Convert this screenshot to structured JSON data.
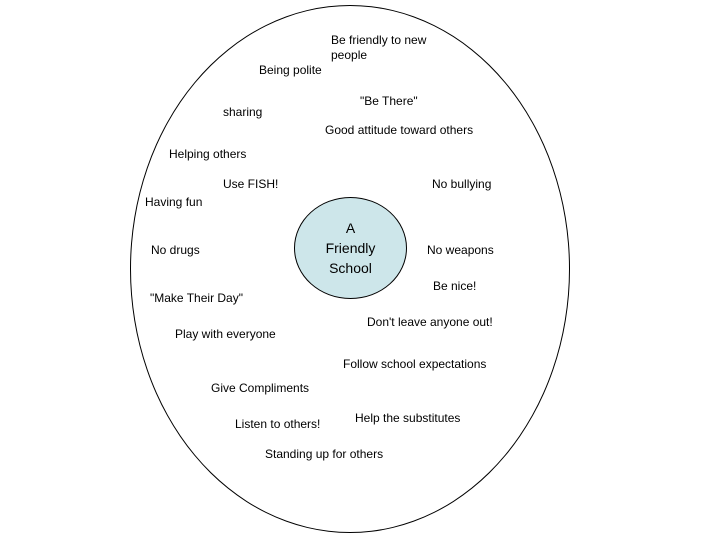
{
  "colors": {
    "center_fill": "#cde6ea",
    "outline": "#000000"
  },
  "center": {
    "label": "A\nFriendly\nSchool"
  },
  "items": {
    "be_friendly": "Be friendly to new\npeople",
    "being_polite": "Being polite",
    "be_there": "\"Be There\"",
    "sharing": "sharing",
    "good_attitude": "Good attitude toward others",
    "helping_others": "Helping others",
    "use_fish": "Use FISH!",
    "no_bullying": "No bullying",
    "having_fun": "Having fun",
    "no_drugs": "No drugs",
    "no_weapons": "No weapons",
    "be_nice": "Be nice!",
    "make_their_day": "\"Make Their Day\"",
    "dont_leave": "Don't leave anyone out!",
    "play_with_everyone": "Play with everyone",
    "follow_expectations": "Follow school expectations",
    "give_compliments": "Give Compliments",
    "help_substitutes": "Help the substitutes",
    "listen_to_others": "Listen to others!",
    "standing_up": "Standing up for others"
  }
}
